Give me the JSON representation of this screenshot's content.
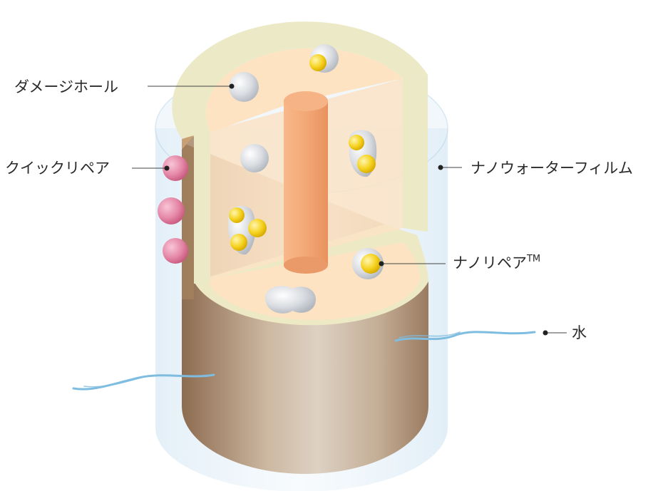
{
  "labels": {
    "damage_hole": "ダメージホール",
    "quick_repair": "クイックリペア",
    "nano_water_film": "ナノウォーターフィルム",
    "nano_repair": "ナノリペア",
    "nano_repair_tm": "TM",
    "water": "水"
  },
  "colors": {
    "film": "#dfeef8",
    "film_edge": "#b9d6ea",
    "cortex_top": "#fde3c2",
    "cuticle": "#ece9c6",
    "cut_face": "#fbe6cc",
    "medulla": "#f2a170",
    "shaft": "#c7b29c",
    "shaft_side": "#a98a6c",
    "damage_hole": "#d3d6dc",
    "nano_repair": "#f2cf1e",
    "quick_repair": "#e47fa2",
    "water": "#7fbde0"
  }
}
